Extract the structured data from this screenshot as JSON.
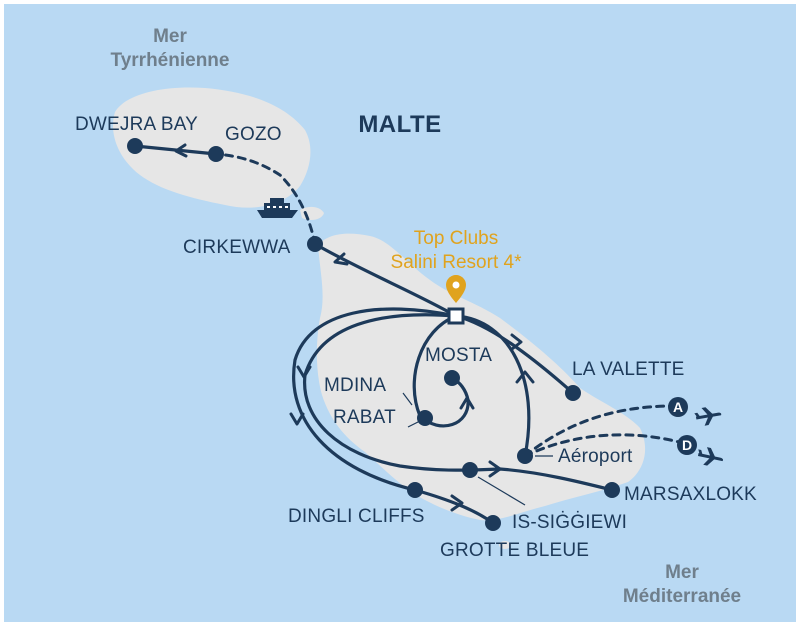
{
  "seas": {
    "north": [
      "Mer",
      "Tyrrhénienne"
    ],
    "south": [
      "Mer",
      "Méditerranée"
    ]
  },
  "country": "MALTE",
  "hotel": {
    "name_line1": "Top Clubs",
    "name_line2": "Salini Resort 4*"
  },
  "places": {
    "dwejra_bay": "DWEJRA BAY",
    "gozo": "GOZO",
    "cirkewwa": "CIRKEWWA",
    "mosta": "MOSTA",
    "mdina": "MDINA",
    "rabat": "RABAT",
    "la_valette": "LA VALETTE",
    "aeroport": "Aéroport",
    "marsaxlokk": "MARSAXLOKK",
    "dingli_cliffs": "DINGLI CLIFFS",
    "is_siggiewi": "IS-SIĠĠIEWI",
    "grotte_bleue": "GROTTE BLEUE"
  },
  "flights": {
    "arrival_badge": "A",
    "departure_badge": "D"
  },
  "icons": [
    "location-pin-icon",
    "ferry-icon",
    "airplane-icon"
  ],
  "colors": {
    "sea": "#b9d9f3",
    "land": "#e6e6e6",
    "route": "#1d3a5a",
    "hotel": "#e0a31e"
  }
}
